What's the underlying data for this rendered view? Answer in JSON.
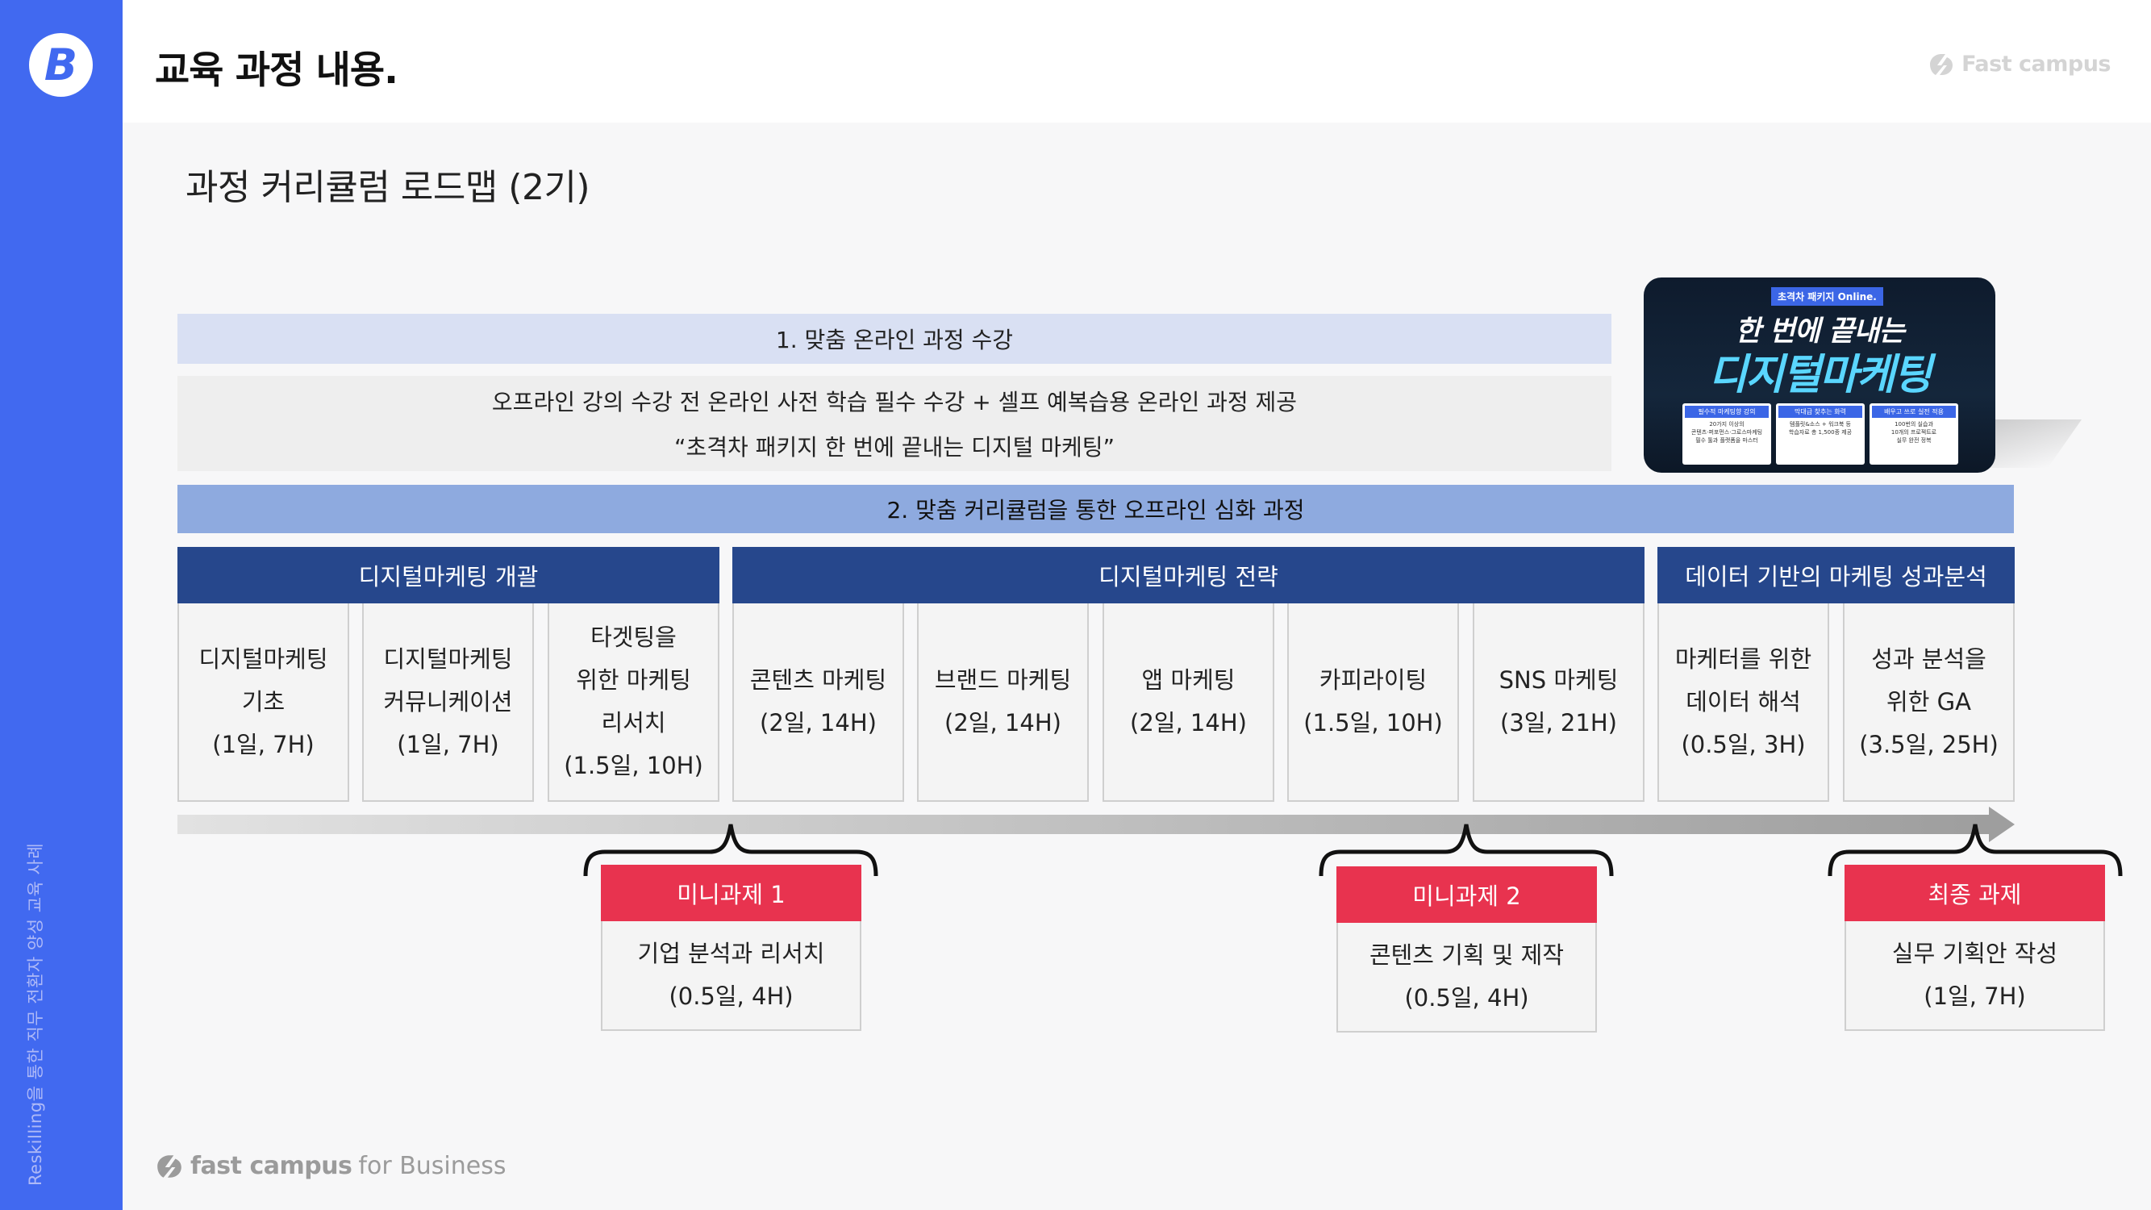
{
  "sidebar": {
    "logo_letter": "B",
    "vertical_text": "Reskilling을 통한 직무 전환자 양성 교육 사례"
  },
  "header": {
    "title": "교육 과정 내용.",
    "brand": "Fast campus"
  },
  "main": {
    "subtitle": "과정 커리큘럼 로드맵 (2기)",
    "section1": {
      "title": "1. 맞춤 온라인 과정 수강",
      "desc_line1": "오프라인 강의 수강 전 온라인 사전 학습 필수 수강 + 셀프 예복습용 온라인 과정 제공",
      "desc_line2": "“초격차 패키지 한 번에 끝내는 디지털 마케팅”"
    },
    "promo": {
      "badge": "초격차 패키지 Online.",
      "line1": "한 번에 끝내는",
      "line2": "디지털마케팅",
      "cards": [
        {
          "head": "필수적 마케팅향 강의",
          "text1": "20가지 이상의",
          "text2": "콘텐츠·퍼포먼스·그로스마케팅",
          "text3": "필수 툴과 플랫폼을 마스터"
        },
        {
          "head": "막대급 찾추는 화력",
          "text1": "",
          "text2": "템플릿&소스 + 워크북 등",
          "text3": "학습자료 총 1,500종 제공"
        },
        {
          "head": "배우고 쓰로 실전 적용",
          "text1": "100번의 실습과",
          "text2": "10개의 프로젝트로",
          "text3": "실무 완전 정복"
        }
      ]
    },
    "section2": {
      "title": "2. 맞춤 커리큘럼을 통한 오프라인 심화 과정"
    },
    "categories": [
      {
        "label": "디지털마케팅 개괄"
      },
      {
        "label": "디지털마케팅 전략"
      },
      {
        "label": "데이터 기반의 마케팅 성과분석"
      }
    ],
    "modules": [
      {
        "lines": [
          "디지털마케팅",
          "기초",
          "(1일, 7H)"
        ]
      },
      {
        "lines": [
          "디지털마케팅",
          "커뮤니케이션",
          "(1일, 7H)"
        ]
      },
      {
        "lines": [
          "타겟팅을",
          "위한 마케팅",
          "리서치",
          "(1.5일, 10H)"
        ]
      },
      {
        "lines": [
          "콘텐츠 마케팅",
          "(2일, 14H)"
        ]
      },
      {
        "lines": [
          "브랜드 마케팅",
          "(2일, 14H)"
        ]
      },
      {
        "lines": [
          "앱 마케팅",
          "(2일, 14H)"
        ]
      },
      {
        "lines": [
          "카피라이팅",
          "(1.5일, 10H)"
        ]
      },
      {
        "lines": [
          "SNS 마케팅",
          "(3일, 21H)"
        ]
      },
      {
        "lines": [
          "마케터를 위한",
          "데이터 해석",
          "(0.5일, 3H)"
        ]
      },
      {
        "lines": [
          "성과 분석을",
          "위한 GA",
          "(3.5일, 25H)"
        ]
      }
    ],
    "tasks": [
      {
        "head": "미니과제 1",
        "line1": "기업 분석과 리서치",
        "line2": "(0.5일, 4H)"
      },
      {
        "head": "미니과제 2",
        "line1": "콘텐츠 기획 및 제작",
        "line2": "(0.5일, 4H)"
      },
      {
        "head": "최종 과제",
        "line1": "실무 기획안 작성",
        "line2": "(1일, 7H)"
      }
    ]
  },
  "footer": {
    "brand": "fast campus",
    "suffix": "for Business"
  }
}
